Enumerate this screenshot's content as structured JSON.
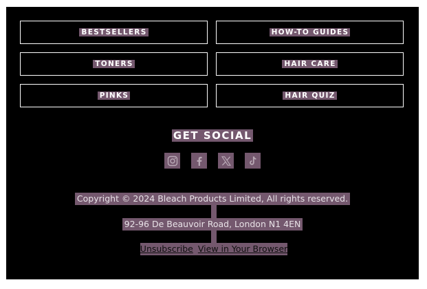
{
  "nav": {
    "buttons": [
      {
        "label": "BESTSELLERS"
      },
      {
        "label": "HOW-TO GUIDES"
      },
      {
        "label": "TONERS"
      },
      {
        "label": "HAIR CARE"
      },
      {
        "label": "PINKS"
      },
      {
        "label": "HAIR QUIZ"
      }
    ]
  },
  "social": {
    "heading": "GET SOCIAL",
    "icons": [
      "instagram-icon",
      "facebook-icon",
      "x-twitter-icon",
      "tiktok-icon"
    ]
  },
  "footer": {
    "copyright": "Copyright © 2024 Bleach Products Limited, All rights reserved.",
    "address": "92-96 De Beauvoir Road, London N1 4EN",
    "unsubscribe": "Unsubscribe",
    "view_in_browser": "View in Your Browser"
  },
  "colors": {
    "background": "#000000",
    "accent": "#74586e",
    "border": "#ffffff",
    "text": "#ffffff"
  }
}
